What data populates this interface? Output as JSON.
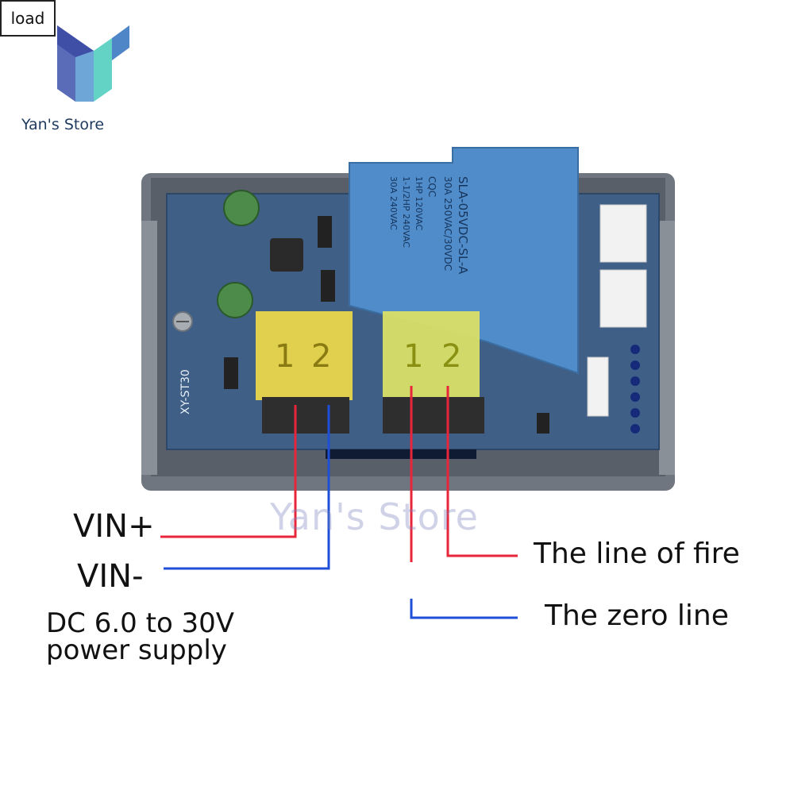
{
  "brand": {
    "name": "Yan's Store"
  },
  "watermark": "Yan's Store",
  "board": {
    "model": "XY-ST30",
    "relay_lines": [
      "SLA-05VDC-SL-A",
      "30A 250VAC/30VDC",
      "CQC",
      "1HP 120VAC",
      "1-1/2HP 240VAC",
      "30A 240VAC"
    ],
    "terminal_numbers": [
      "1",
      "2",
      "1",
      "2"
    ]
  },
  "labels": {
    "vin_plus": "VIN+",
    "vin_minus": "VIN-",
    "supply_line1": "DC 6.0 to 30V",
    "supply_line2": "power supply",
    "load": "load",
    "fire_line": "The line of fire",
    "zero_line": "The zero line"
  },
  "colors": {
    "positive_wire": "#e8253a",
    "negative_wire": "#1f4fd6",
    "pcb": "#3f5f86",
    "relay": "#4f8cc9",
    "terminal": "#e9d64a"
  }
}
